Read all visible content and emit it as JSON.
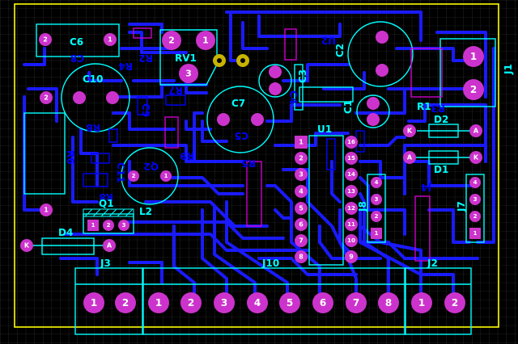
{
  "colors": {
    "background": "#000000",
    "grid": "#3a3a3a",
    "board_outline": "#ffff00",
    "copper_bottom": "#1a1aff",
    "silkscreen": "#00ffff",
    "pad": "#cc33cc",
    "pad_text": "#ffffff",
    "via": "#c8b400",
    "bottom_silk": "#0000ff",
    "part_outline": "#cc00cc"
  },
  "labels": {
    "c6": "C6",
    "c8": "C8",
    "r2": "R2",
    "r4": "R4",
    "rv1": "RV1",
    "u2": "U2",
    "c5": "C5",
    "c2": "C2",
    "j1": "J1",
    "c10": "C10",
    "r7": "R7",
    "c9": "C9",
    "r9": "R9",
    "c7": "C7",
    "c3": "C3",
    "c4": "C4",
    "r3": "R3",
    "c1": "C1",
    "r1": "R1",
    "d2": "D2",
    "r6": "R6",
    "r8": "R8",
    "q2": "Q2",
    "c11": "C11",
    "u1": "U1",
    "r5": "R5",
    "d1": "D1",
    "j8": "J8",
    "j4": "J4",
    "j7": "J7",
    "q1": "Q1",
    "l2": "L2",
    "d4": "D4",
    "j3": "J3",
    "j10": "J10",
    "j2": "J2",
    "k": "K",
    "a": "A"
  },
  "pads": {
    "c6_2": "2",
    "c6_1": "1",
    "rv1_2": "2",
    "rv1_1": "1",
    "rv1_3": "3",
    "j1_1": "1",
    "j1_2": "2",
    "u1_1": "1",
    "u1_2": "2",
    "u1_3": "3",
    "u1_4": "4",
    "u1_5": "5",
    "u1_6": "6",
    "u1_7": "7",
    "u1_8": "8",
    "u1_16": "16",
    "u1_15": "15",
    "u1_14": "14",
    "u1_13": "13",
    "u1_12": "12",
    "u1_11": "11",
    "u1_10": "10",
    "u1_9": "9",
    "j8_4": "4",
    "j8_3": "3",
    "j8_2": "2",
    "j8_1": "1",
    "j7_4": "4",
    "j7_3": "3",
    "j7_2": "2",
    "j7_1": "1",
    "q1_1": "1",
    "q1_2": "2",
    "q1_3": "3",
    "q2_2": "2",
    "q2_1": "1",
    "c10_2": "2",
    "c10_1": "1",
    "r6_2": "2",
    "j3_1": "1",
    "j3_2": "2",
    "j10_1": "1",
    "j10_2": "2",
    "j10_3": "3",
    "j10_4": "4",
    "j10_5": "5",
    "j10_6": "6",
    "j10_7": "7",
    "j10_8": "8",
    "j2_1": "1",
    "j2_2": "2"
  }
}
